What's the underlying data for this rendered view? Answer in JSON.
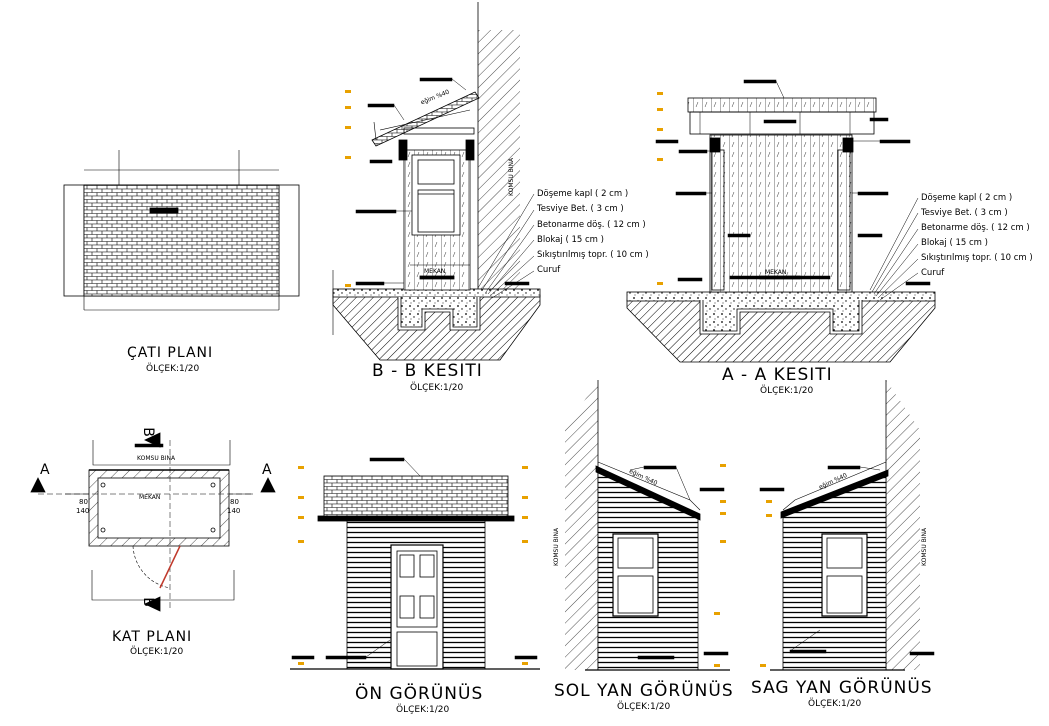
{
  "titles": {
    "roof_plan": "ÇATI PLANI",
    "section_bb": "B - B KESITI",
    "section_aa": "A - A KESITI",
    "floor_plan": "KAT PLANI",
    "front_view": "ÖN GÖRÜNÜS",
    "left_view": "SOL YAN GÖRÜNÜS",
    "right_view": "SAG YAN GÖRÜNÜS"
  },
  "scales": {
    "roof_plan": "ÖLÇEK:1/20",
    "section_bb": "ÖLÇEK:1/20",
    "section_aa": "ÖLÇEK:1/20",
    "floor_plan": "ÖLÇEK:1/20",
    "front_view": "ÖLÇEK:1/20",
    "left_view": "ÖLÇEK:1/20",
    "right_view": "ÖLÇEK:1/20"
  },
  "layers_bb": [
    "Döşeme kapl ( 2 cm )",
    "Tesviye Bet. ( 3 cm )",
    "Betonarme döş. ( 12 cm )",
    "Blokaj ( 15 cm )",
    "Sıkıştırılmış topr. ( 10 cm )",
    "Curuf"
  ],
  "layers_aa": [
    "Döşeme kapl ( 2 cm )",
    "Tesviye Bet. ( 3 cm )",
    "Betonarme döş. ( 12 cm )",
    "Blokaj ( 15 cm )",
    "Sıkıştırılmış topr. ( 10 cm )",
    "Curuf"
  ],
  "labels": {
    "komsu_bina": "KOMSU BINA",
    "mekan": "MEKAN",
    "slope": "eğim %40",
    "section_a": "A",
    "section_b": "B",
    "dim_80": "80",
    "dim_140": "140"
  },
  "colors": {
    "ink": "#000000",
    "label_orange": "#e8a100",
    "door_red": "#c0392b"
  }
}
